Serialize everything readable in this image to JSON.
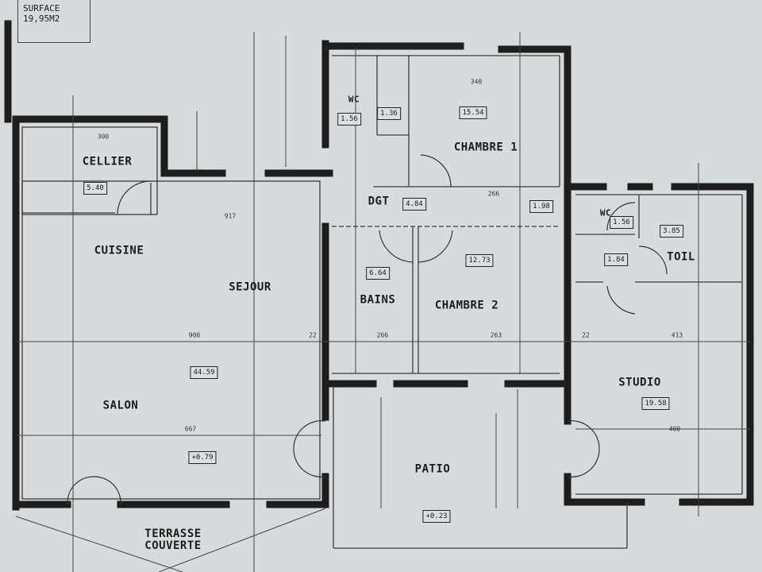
{
  "note": {
    "line1": "SURFACE",
    "line2": "19,95M2"
  },
  "rooms": [
    {
      "label": "CELLIER",
      "area": "5.40"
    },
    {
      "label": "CUISINE",
      "area": ""
    },
    {
      "label": "SEJOUR",
      "area": "44.59"
    },
    {
      "label": "SALON",
      "area": "+0.79"
    },
    {
      "label": "WC",
      "area": "1.56"
    },
    {
      "label": "CHAMBRE 1",
      "area": "15.54"
    },
    {
      "label": "DGT",
      "area": "4.84"
    },
    {
      "label": "BAINS",
      "area": "6.64"
    },
    {
      "label": "CHAMBRE 2",
      "area": "12.73"
    },
    {
      "label": "WC",
      "area": "1.56"
    },
    {
      "label": "TOIL",
      "area": "3.85"
    },
    {
      "label": "STUDIO",
      "area": "19.58"
    },
    {
      "label": "PATIO",
      "area": "+0.23"
    },
    {
      "label": "TERRASSE COUVERTE",
      "area": ""
    }
  ],
  "extra_areas": [
    "1.36",
    "1.98",
    "1.84"
  ],
  "dimensions": [
    "300",
    "917",
    "900",
    "667",
    "266",
    "263",
    "413",
    "400",
    "340",
    "266",
    "22",
    "22"
  ],
  "colors": {
    "wall": "#1e1e1e",
    "paper": "#d8dbdb",
    "line": "#3a3a3a"
  }
}
